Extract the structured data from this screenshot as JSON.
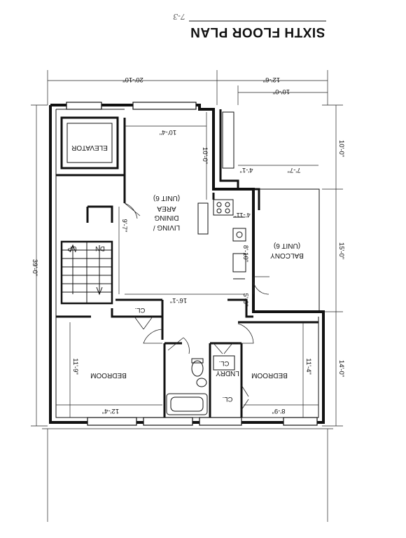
{
  "header": {
    "page_note": "7-3",
    "title": "SIXTH FLOOR PLAN"
  },
  "rooms": {
    "elevator": "ELEVATOR",
    "living_line1": "LIVING /",
    "living_line2": "DINING",
    "living_line3": "AREA",
    "living_line4": "(UNIT 6)",
    "balcony_line1": "BALCONY",
    "balcony_line2": "(UNIT 6)",
    "bedroom_left": "BEDROOM",
    "bedroom_right": "BEDROOM",
    "laundry": "LNDRY",
    "laundry_closet": "CL.",
    "closet_mid": "CL.",
    "closet_right": "CL.",
    "stair_up": "UP",
    "stair_down": "DN"
  },
  "dimensions": {
    "overall_left": "20'-10\"",
    "overall_right": "12'-6\"",
    "balcony_width": "10'-0\"",
    "overall_depth": "39'-0\"",
    "right_top": "10'-0\"",
    "right_mid": "15'-0\"",
    "right_bottom": "14'-0\"",
    "living_width": "10'-4\"",
    "living_depth": "10'-0\"",
    "living_side": "9'-7\"",
    "hall_width": "16'-1\"",
    "kitchen_a": "4'-1\"",
    "kitchen_b": "4'-11\"",
    "kitchen_c": "8'-10\"",
    "kitchen_d": "5'-9\"",
    "balcony_top": "7'-7\"",
    "bed_left_depth": "11'-9\"",
    "bed_left_width": "12'-4\"",
    "bed_right_depth": "11'-4\"",
    "bed_right_width": "8'-9\""
  }
}
